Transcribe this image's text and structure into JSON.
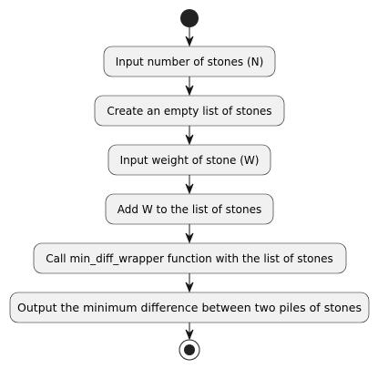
{
  "diagram": {
    "type": "activity",
    "start": "start",
    "end": "end",
    "steps": [
      {
        "id": "input-number-of-stones",
        "label": "Input number of stones (N)"
      },
      {
        "id": "create-empty-list",
        "label": "Create an empty list of stones"
      },
      {
        "id": "input-weight-of-stone",
        "label": "Input weight of stone (W)"
      },
      {
        "id": "add-w-to-list",
        "label": "Add W to the list of stones"
      },
      {
        "id": "call-min-diff-wrapper",
        "label": "Call min_diff_wrapper function with the list of stones"
      },
      {
        "id": "output-minimum-difference",
        "label": "Output the minimum difference between two piles of stones"
      }
    ],
    "colors": {
      "node_fill": "#f1f1f1",
      "node_stroke": "#181818",
      "text": "#000000",
      "start_end": "#222222"
    }
  }
}
